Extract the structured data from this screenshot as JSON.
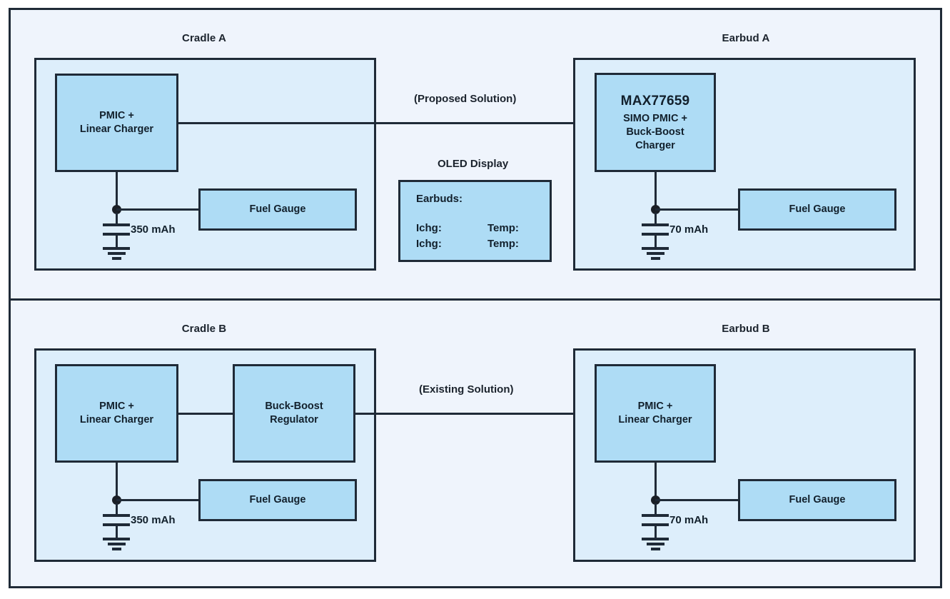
{
  "diagram": {
    "title_a_left": "Cradle A",
    "title_a_right": "Earbud A",
    "title_b_left": "Cradle B",
    "title_b_right": "Earbud B",
    "proposed_label": "(Proposed Solution)",
    "existing_label": "(Existing Solution)",
    "oled_title": "OLED Display",
    "colors": {
      "page_background": "#eff4fc",
      "panel_fill": "#ddeefb",
      "block_fill": "#aedcf5",
      "stroke": "#1f2a37",
      "text": "#12202c"
    }
  },
  "cradle_a": {
    "pmic": {
      "line1": "PMIC +",
      "line2": "Linear Charger"
    },
    "fuel_gauge": "Fuel Gauge",
    "battery_capacity": "350 mAh"
  },
  "earbud_a": {
    "simo": {
      "part_number": "MAX77659",
      "line1": "SIMO PMIC +",
      "line2": "Buck-Boost",
      "line3": "Charger"
    },
    "fuel_gauge": "Fuel Gauge",
    "battery_capacity": "70 mAh"
  },
  "cradle_b": {
    "pmic": {
      "line1": "PMIC +",
      "line2": "Linear Charger"
    },
    "regulator": {
      "line1": "Buck-Boost",
      "line2": "Regulator"
    },
    "fuel_gauge": "Fuel Gauge",
    "battery_capacity": "350 mAh"
  },
  "earbud_b": {
    "pmic": {
      "line1": "PMIC +",
      "line2": "Linear Charger"
    },
    "fuel_gauge": "Fuel Gauge",
    "battery_capacity": "70 mAh"
  },
  "oled": {
    "header": "Earbuds:",
    "rows": [
      {
        "left": "Ichg:",
        "right": "Temp:"
      },
      {
        "left": "Ichg:",
        "right": "Temp:"
      }
    ]
  }
}
